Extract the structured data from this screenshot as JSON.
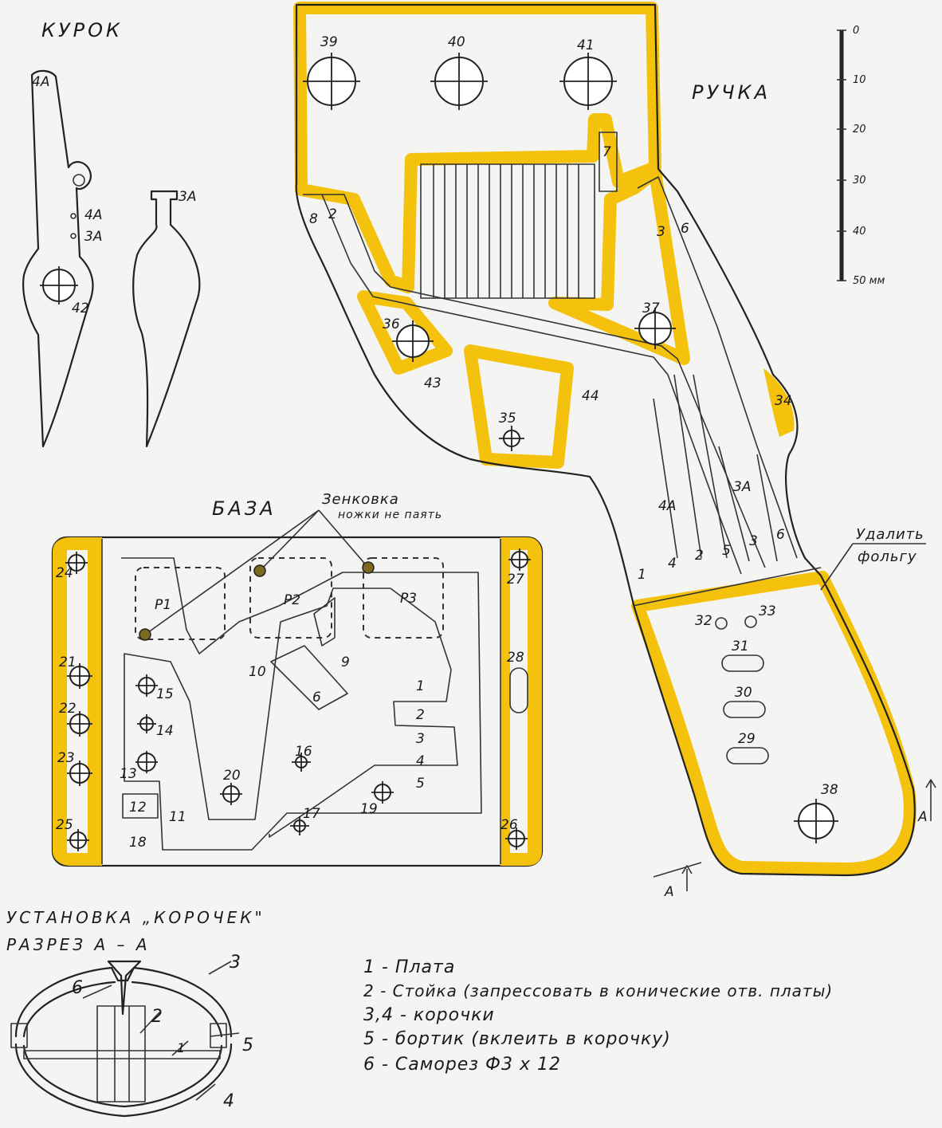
{
  "titles": {
    "trigger": "КУРОК",
    "handle": "РУЧКА",
    "base": "БАЗА",
    "installation": "УСТАНОВКА „КОРОЧЕК\"",
    "section": "РАЗРЕЗ А – А"
  },
  "annotations": {
    "countersink": "Зенковка",
    "legs_note": "ножки не паять",
    "remove_foil_1": "Удалить",
    "remove_foil_2": "фольгу",
    "section_mark": "А"
  },
  "scale": {
    "ticks": [
      "0",
      "10",
      "20",
      "30",
      "40",
      "50 мм"
    ]
  },
  "legend": [
    "1 - Плата",
    "2 - Стойка (запрессовать в конические отв. платы)",
    "3,4 - корочки",
    "5 - бортик (вклеить в корочку)",
    "6 - Саморез Ф3 х 12"
  ],
  "trigger_labels": [
    "4А",
    "4А",
    "3А",
    "42",
    "3А"
  ],
  "handle_labels": [
    "39",
    "40",
    "41",
    "7",
    "8",
    "2",
    "3",
    "6",
    "37",
    "36",
    "43",
    "44",
    "35",
    "34",
    "4А",
    "3А",
    "1",
    "4",
    "2",
    "5",
    "3",
    "6",
    "32",
    "33",
    "31",
    "30",
    "29",
    "38"
  ],
  "base_labels": [
    "Р1",
    "Р2",
    "Р3",
    "24",
    "27",
    "21",
    "28",
    "22",
    "23",
    "25",
    "26",
    "10",
    "9",
    "6",
    "1",
    "2",
    "3",
    "4",
    "5",
    "15",
    "14",
    "13",
    "16",
    "20",
    "12",
    "11",
    "17",
    "19",
    "18"
  ],
  "section_labels": [
    "3",
    "6",
    "2",
    "5",
    "1",
    "4"
  ],
  "colors": {
    "accent": "#f4c20d",
    "ink": "#222222",
    "paper": "#f4f4f3"
  }
}
